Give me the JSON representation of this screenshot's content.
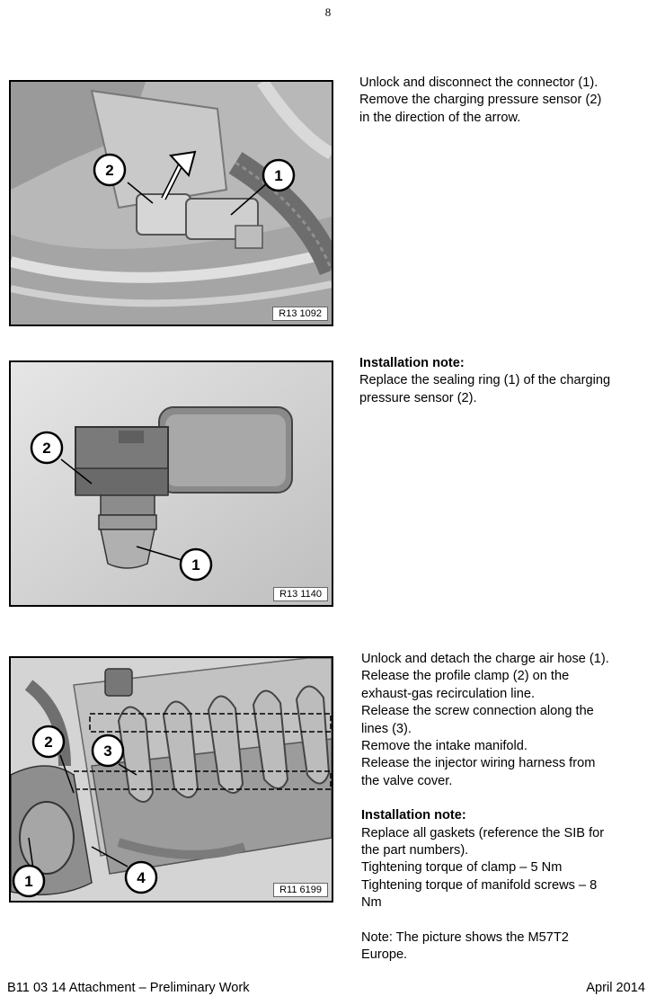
{
  "page": {
    "number": "8"
  },
  "sections": [
    {
      "figure_code": "R13 1092",
      "callouts": [
        "1",
        "2"
      ],
      "lines": [
        "Unlock and disconnect the connector (1).",
        "Remove the charging pressure sensor (2)",
        "in the direction of the arrow."
      ]
    },
    {
      "figure_code": "R13 1140",
      "callouts": [
        "1",
        "2"
      ],
      "heading": "Installation note:",
      "lines": [
        "Replace the sealing ring (1) of the charging",
        "pressure sensor (2)."
      ]
    },
    {
      "figure_code": "R11 6199",
      "callouts": [
        "1",
        "2",
        "3",
        "4"
      ],
      "lines": [
        "Unlock and detach the charge air hose (1).",
        "Release the profile clamp (2) on the",
        "exhaust-gas recirculation line.",
        "Release the screw connection along the",
        "lines (3).",
        "Remove the intake manifold.",
        "Release the injector wiring harness from",
        "the valve cover."
      ],
      "heading": "Installation note:",
      "note_lines": [
        "Replace all gaskets (reference the SIB for",
        "the part numbers).",
        "Tightening torque of clamp – 5 Nm",
        "Tightening torque of manifold screws – 8",
        "Nm"
      ],
      "extra_lines": [
        "Note: The picture shows the M57T2",
        "Europe."
      ]
    }
  ],
  "footer": {
    "left": "B11 03 14 Attachment – Preliminary Work",
    "right": "April 2014"
  }
}
